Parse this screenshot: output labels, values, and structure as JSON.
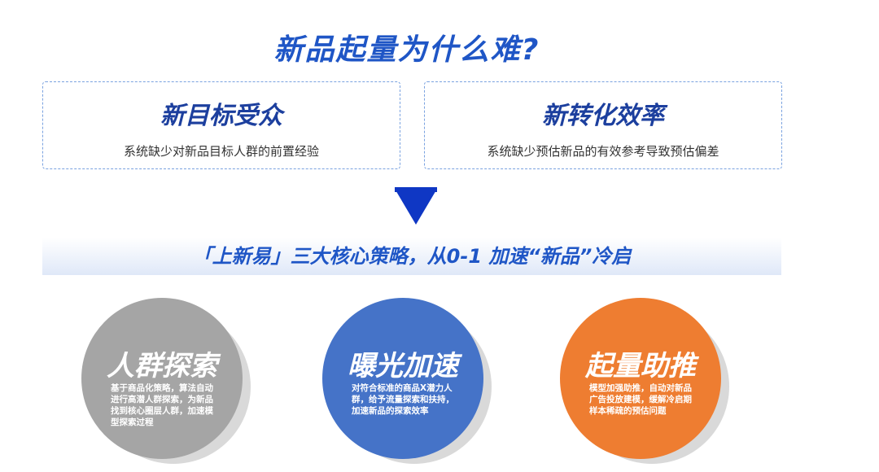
{
  "title": "新品起量为什么难?",
  "boxes": [
    {
      "heading": "新目标受众",
      "text": "系统缺少对新品目标人群的前置经验"
    },
    {
      "heading": "新转化效率",
      "text": "系统缺少预估新品的有效参考导致预估偏差"
    }
  ],
  "banner": "「上新易」三大核心策略，从0-1 加速“新品”冷启",
  "circles": [
    {
      "title": "人群探索",
      "text": "基于商品化策略，算法自动进行高潜人群探索，为新品找到核心圈层人群，加速模型探索过程",
      "color": "#a5a5a5"
    },
    {
      "title": "曝光加速",
      "text": "对符合标准的商品X潜力人群，给予流量探索和扶持，加速新品的探索效率",
      "color": "#4573c8"
    },
    {
      "title": "起量助推",
      "text": "模型加强助推，自动对新品广告投放建模，缓解冷启期样本稀疏的预估问题",
      "color": "#ee7d31"
    }
  ],
  "colors": {
    "accent": "#1f56c6",
    "arrow": "#0f37c4"
  }
}
